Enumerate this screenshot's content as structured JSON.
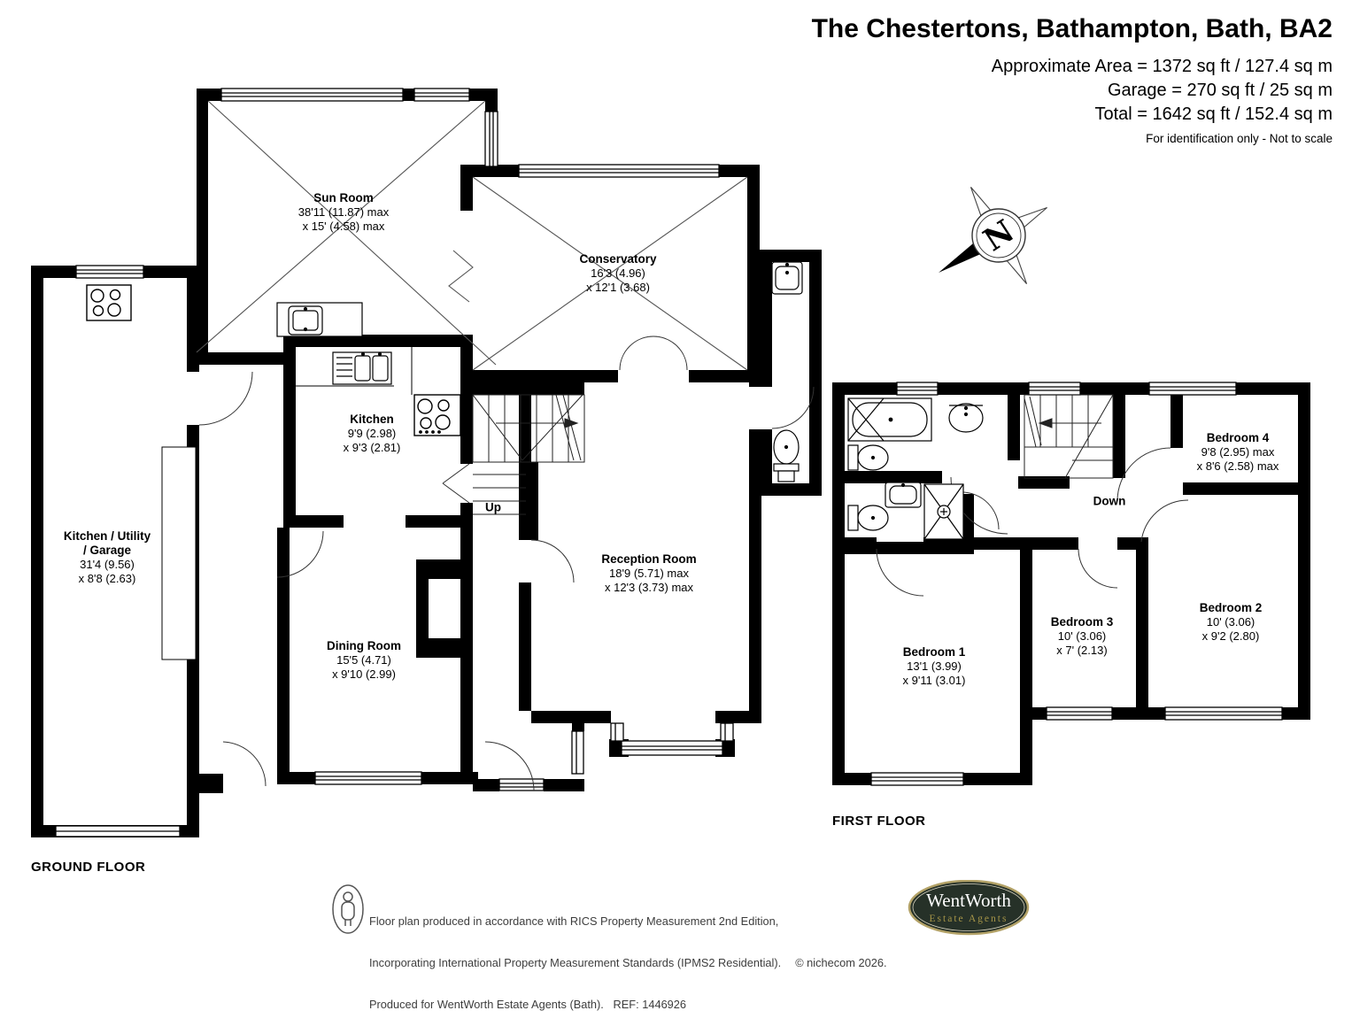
{
  "header": {
    "title": "The Chestertons, Bathampton, Bath, BA2",
    "area_line1": "Approximate Area = 1372 sq ft / 127.4 sq m",
    "area_line2": "Garage = 270 sq ft / 25 sq m",
    "area_line3": "Total = 1642 sq ft / 152.4 sq m",
    "note": "For identification only - Not to scale"
  },
  "compass": {
    "north_label": "N"
  },
  "ground_floor": {
    "label": "GROUND FLOOR",
    "stairs_label": "Up",
    "rooms": [
      {
        "name": "Sun Room",
        "name2": "",
        "dim1": "38'11 (11.87) max",
        "dim2": "x 15' (4.58) max"
      },
      {
        "name": "Conservatory",
        "name2": "",
        "dim1": "16'3 (4.96)",
        "dim2": "x 12'1 (3.68)"
      },
      {
        "name": "Kitchen",
        "name2": "",
        "dim1": "9'9 (2.98)",
        "dim2": "x 9'3 (2.81)"
      },
      {
        "name": "Kitchen / Utility",
        "name2": "/ Garage",
        "dim1": "31'4 (9.56)",
        "dim2": "x 8'8 (2.63)"
      },
      {
        "name": "Dining Room",
        "name2": "",
        "dim1": "15'5 (4.71)",
        "dim2": "x 9'10 (2.99)"
      },
      {
        "name": "Reception Room",
        "name2": "",
        "dim1": "18'9 (5.71) max",
        "dim2": "x 12'3 (3.73) max"
      }
    ]
  },
  "first_floor": {
    "label": "FIRST FLOOR",
    "stairs_label": "Down",
    "rooms": [
      {
        "name": "Bedroom 1",
        "dim1": "13'1 (3.99)",
        "dim2": "x 9'11 (3.01)"
      },
      {
        "name": "Bedroom 2",
        "dim1": "10' (3.06)",
        "dim2": "x 9'2 (2.80)"
      },
      {
        "name": "Bedroom 3",
        "dim1": "10' (3.06)",
        "dim2": "x 7' (2.13)"
      },
      {
        "name": "Bedroom 4",
        "dim1": "9'8 (2.95) max",
        "dim2": "x 8'6 (2.58) max"
      }
    ]
  },
  "footer": {
    "line1": "Floor plan produced in accordance with RICS Property Measurement 2nd Edition,",
    "line2": "Incorporating International Property Measurement Standards (IPMS2 Residential).",
    "copyright": "© nichecom 2026.",
    "line3": "Produced for WentWorth Estate Agents (Bath).   REF: 1446926",
    "logo_name": "WentWorth",
    "logo_tagline": "Estate Agents"
  },
  "colors": {
    "walls": "#000000",
    "logo_green": "#263128",
    "logo_gold": "#a69548",
    "logo_rim": "#b3a267",
    "footer_text": "#3d3d3d"
  }
}
